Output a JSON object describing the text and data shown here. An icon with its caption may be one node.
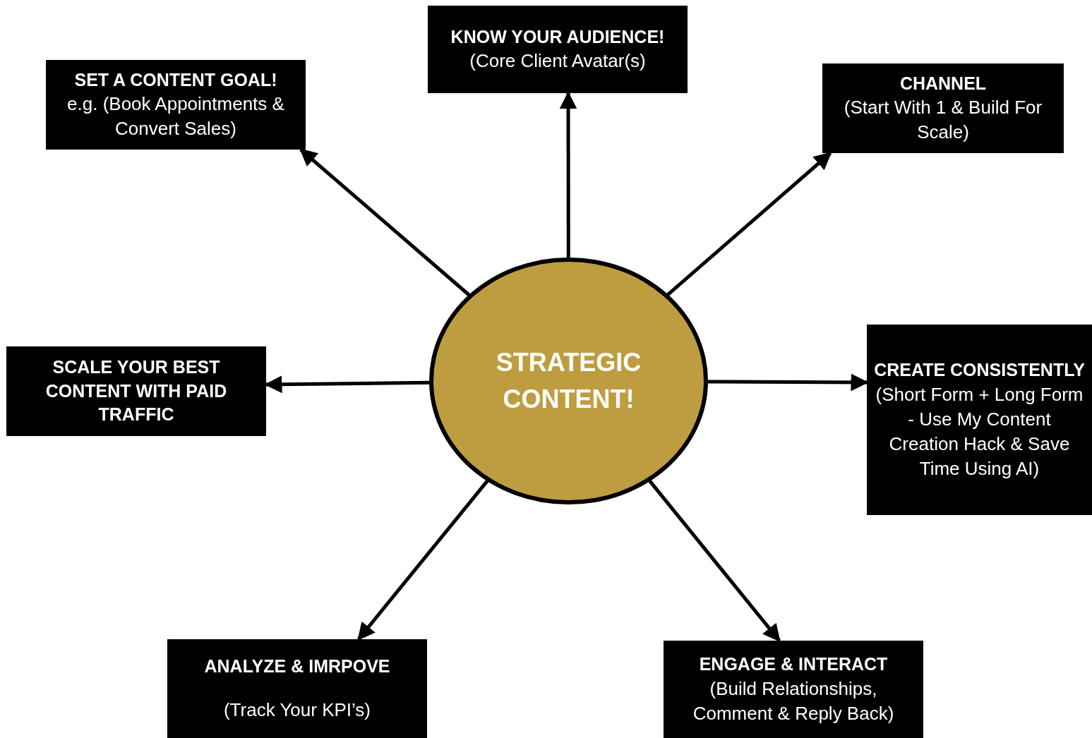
{
  "diagram": {
    "nodes": [
      {
        "text": [
          "STRATEGIC CONTENT!"
        ]
      },
      {
        "text": [
          "KNOW YOUR AUDIENCE!",
          "(Core Client Avatar(s)"
        ]
      },
      {
        "text": [
          "SET A CONTENT GOAL!",
          "e.g. (Book Appointments & Convert Sales)"
        ]
      },
      {
        "text": [
          "CHANNEL",
          "(Start With 1 & Build For Scale)"
        ]
      },
      {
        "text": [
          "CREATE CONSISTENTLY",
          "(Short Form + Long Form - Use My Content Creation Hack & Save Time Using AI)"
        ]
      },
      {
        "text": [
          "SCALE YOUR BEST CONTENT WITH PAID TRAFFIC"
        ]
      },
      {
        "text": [
          "ANALYZE & IMRPOVE",
          "(Track Your KPI’s)"
        ]
      },
      {
        "text": [
          "ENGAGE & INTERACT",
          "(Build Relationships, Comment & Reply Back)"
        ]
      }
    ],
    "edges": [
      {
        "from": 0,
        "to": 1,
        "arrow": "to"
      },
      {
        "from": 0,
        "to": 2,
        "arrow": "to"
      },
      {
        "from": 0,
        "to": 3,
        "arrow": "to"
      },
      {
        "from": 0,
        "to": 4,
        "arrow": "to"
      },
      {
        "from": 0,
        "to": 5,
        "arrow": "to"
      },
      {
        "from": 0,
        "to": 6,
        "arrow": "to"
      },
      {
        "from": 0,
        "to": 7,
        "arrow": "to"
      }
    ]
  }
}
